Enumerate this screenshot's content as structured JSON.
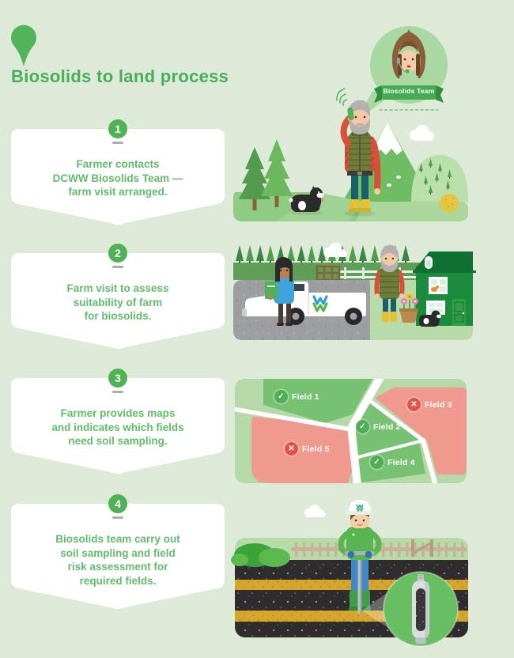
{
  "header": {
    "title": "Biosolids to land process",
    "pin_icon": "map-pin-icon",
    "speech_bubble": {
      "team_label": "Biosolids Team",
      "avatar": "biosolids-team-member-avatar"
    }
  },
  "steps": [
    {
      "number": "1",
      "text": "Farmer contacts\nDCWW Biosolids Team —\nfarm visit arranged.",
      "illustration": "farmer-calling-on-phone-in-field"
    },
    {
      "number": "2",
      "text": "Farm visit to assess\nsuitability of farm\nfor biosolids.",
      "illustration": "team-member-with-truck-visiting-farm"
    },
    {
      "number": "3",
      "text": "Farmer provides maps\nand indicates which fields\nneed soil sampling.",
      "illustration": "field-map-with-suitability-marks"
    },
    {
      "number": "4",
      "text": "Biosolids team carry out\nsoil sampling and field\nrisk assessment for\nrequired fields.",
      "illustration": "worker-taking-soil-core-sample"
    }
  ],
  "map_fields": [
    {
      "label": "Field 1",
      "status": "suitable"
    },
    {
      "label": "Field 2",
      "status": "suitable"
    },
    {
      "label": "Field 3",
      "status": "not-suitable"
    },
    {
      "label": "Field 4",
      "status": "suitable"
    },
    {
      "label": "Field 5",
      "status": "not-suitable"
    }
  ],
  "icons": {
    "check_glyph": "✓",
    "cross_glyph": "✕",
    "pin": "map-pin-icon",
    "phone": "phone-icon",
    "signal": "signal-waves-icon",
    "logo": "dcww-waves-logo-icon"
  },
  "colors": {
    "background": "#dcead7",
    "accent_green": "#4fb254",
    "text_green": "#63bb6c",
    "card_white": "#ffffff",
    "field_suitable": "#77c172",
    "field_not_suitable": "#f0998f",
    "check_circle": "#4fae55",
    "cross_circle": "#e0554a"
  }
}
